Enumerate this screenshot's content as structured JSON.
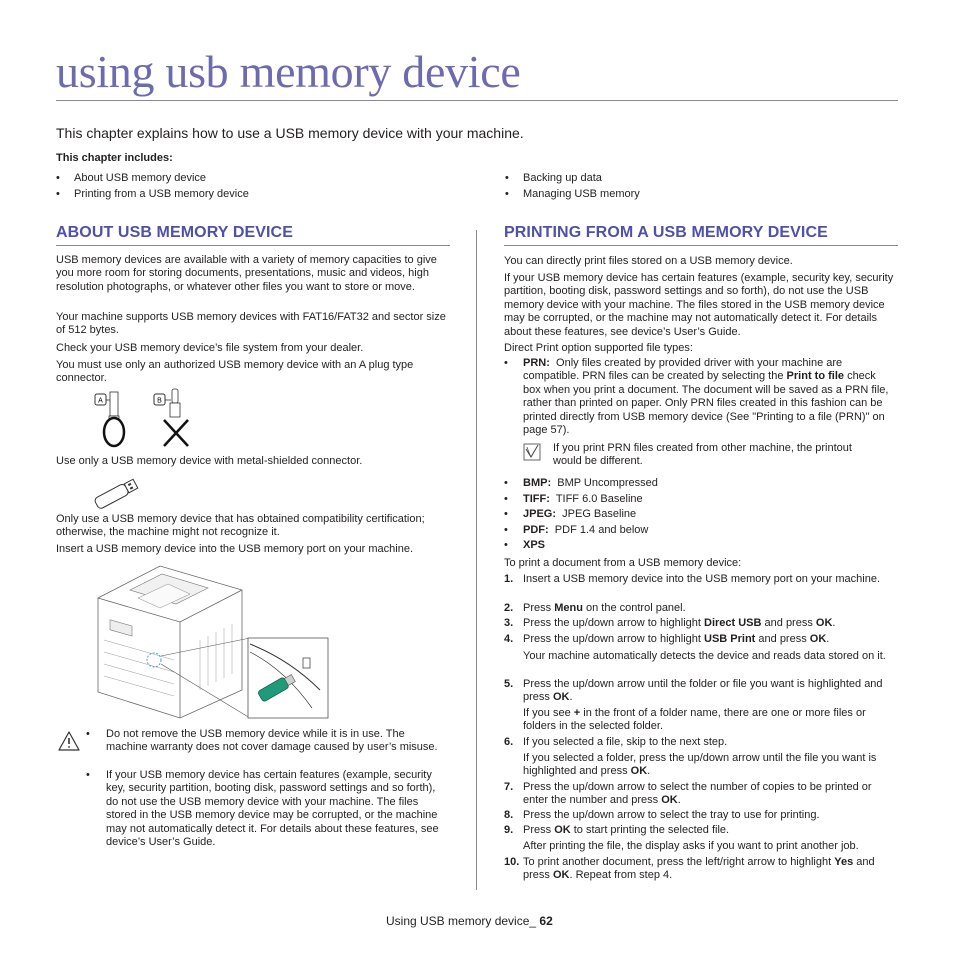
{
  "title": "using usb memory device",
  "intro": "This chapter explains how to use a USB memory device with your machine.",
  "includes_label": "This chapter includes:",
  "chapter_list_left": [
    "About USB memory device",
    "Printing from a USB memory device"
  ],
  "chapter_list_right": [
    "Backing up data",
    "Managing USB memory"
  ],
  "about": {
    "heading": "ABOUT USB MEMORY DEVICE",
    "p1": "USB memory devices are available with a variety of memory capacities to give you more room for storing documents, presentations, music and videos, high resolution photographs, or whatever other files you want to store or move.",
    "p2": "Your machine supports USB memory devices with FAT16/FAT32 and sector size of 512 bytes.",
    "p3": "Check your USB memory device’s file system from your dealer.",
    "p4": "You must use only an authorized USB memory device with an A plug type connector.",
    "plug_a_label": "A",
    "plug_b_label": "B",
    "p5": "Use only a USB memory device with metal-shielded connector.",
    "p6": "Only use a USB memory device that has obtained compatibility certification; otherwise, the machine might not recognize it.",
    "p7": "Insert a USB memory device into the USB memory port on your machine.",
    "warnings": [
      "Do not remove the USB memory device while it is in use. The machine warranty does not cover damage caused by user’s misuse.",
      "If your USB memory device has certain features (example, security key, security partition, booting disk, password settings and so forth), do not use the USB memory device with your machine. The files stored in the USB memory device may be corrupted, or the machine may not automatically detect it. For details about these features, see device’s User’s Guide."
    ]
  },
  "printing": {
    "heading": "PRINTING FROM A USB MEMORY DEVICE",
    "p1": "You can directly print files stored on a USB memory device.",
    "p2": "If your USB memory device has certain features (example, security key, security partition, booting disk, password settings and so forth), do not use the USB memory device with your machine. The files stored in the USB memory device may be corrupted, or the machine may not automatically detect it. For details about these features, see device’s User’s Guide.",
    "p3": "Direct Print option supported file types:",
    "prn_label": "PRN:",
    "prn_text_1": "Only files created by provided driver with your machine are compatible. PRN files can be created by selecting the",
    "prn_bold": "Print to file",
    "prn_text_2": "check box when you print a document. The document will be saved as a PRN file, rather than printed on paper. Only PRN files created in this fashion can be printed directly from USB memory device (See \"Printing to a file (PRN)\" on page 57).",
    "note": "If you print PRN files created from other machine, the printout would be different.",
    "file_types": [
      {
        "label": "BMP:",
        "desc": "BMP Uncompressed"
      },
      {
        "label": "TIFF:",
        "desc": "TIFF 6.0 Baseline"
      },
      {
        "label": "JPEG:",
        "desc": "JPEG Baseline"
      },
      {
        "label": "PDF:",
        "desc": "PDF 1.4 and below"
      },
      {
        "label": "XPS",
        "desc": ""
      }
    ],
    "steps_intro": "To print a document from a USB memory device:",
    "s1_num": "1.",
    "s1": "Insert a USB memory device into the USB memory port on your machine.",
    "s2_num": "2.",
    "s2_a": "Press",
    "s2_b": "Menu",
    "s2_c": "on the control panel.",
    "s3_num": "3.",
    "s3_a": "Press the up/down arrow to highlight",
    "s3_b": "Direct USB",
    "s3_c": "and press",
    "s3_d": "OK",
    "s3_e": ".",
    "s4_num": "4.",
    "s4_a": "Press the up/down arrow to highlight",
    "s4_b": "USB Print",
    "s4_c": "and press",
    "s4_d": "OK",
    "s4_e": ".",
    "s4_sub": "Your machine automatically detects the device and reads data stored on it.",
    "s5_num": "5.",
    "s5_a": "Press the up/down arrow until the folder or file you want is highlighted and press",
    "s5_b": "OK",
    "s5_c": ".",
    "s5_sub_a": "If you see",
    "s5_sub_b": "+",
    "s5_sub_c": "in the front of a folder name, there are one or more files or folders in the selected folder.",
    "s6_num": "6.",
    "s6": "If you selected a file, skip to the next step.",
    "s6_sub_a": "If you selected a folder, press the up/down arrow until the file you want is highlighted and press",
    "s6_sub_b": "OK",
    "s6_sub_c": ".",
    "s7_num": "7.",
    "s7_a": "Press the up/down arrow to select the number of copies to be printed or enter the number and press",
    "s7_b": "OK",
    "s7_c": ".",
    "s8_num": "8.",
    "s8": "Press the up/down arrow to select the tray to use for printing.",
    "s9_num": "9.",
    "s9_a": "Press",
    "s9_b": "OK",
    "s9_c": "to start printing the selected file.",
    "s9_sub": "After printing the file, the display asks if you want to print another job.",
    "s10_num": "10.",
    "s10_a": "To print another document, press the left/right arrow to highlight",
    "s10_b": "Yes",
    "s10_c": "and press",
    "s10_d": "OK",
    "s10_e": ". Repeat from step 4."
  },
  "footer": {
    "text": "Using USB memory device_",
    "page": "62"
  }
}
